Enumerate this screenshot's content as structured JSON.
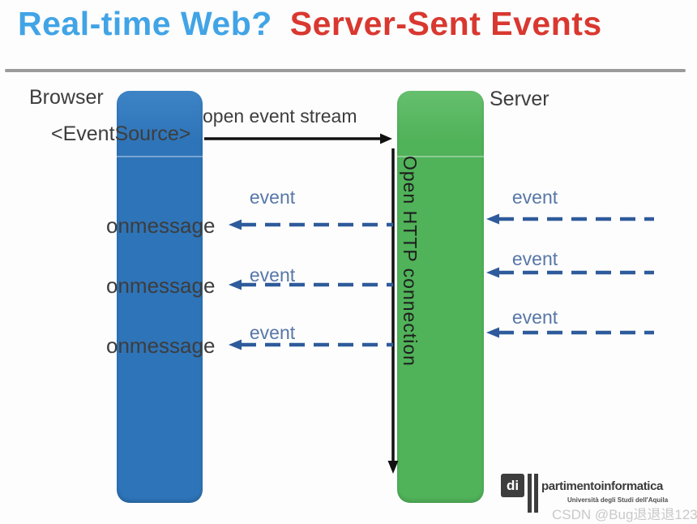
{
  "title": {
    "blue_text": "Real-time Web?",
    "red_text": "Server-Sent Events"
  },
  "diagram": {
    "browser_label": "Browser",
    "server_label": "Server",
    "eventsource_label": "<EventSource>",
    "open_event_stream_label": "open event stream",
    "open_http_connection_label": "Open HTTP connection",
    "onmessage_labels": [
      "onmessage",
      "onmessage",
      "onmessage"
    ],
    "left_event_labels": [
      "event",
      "event",
      "event"
    ],
    "right_event_labels": [
      "event",
      "event",
      "event"
    ]
  },
  "footer": {
    "logo_di": "di",
    "logo_text": "partimentoinformatica",
    "logo_subtext": "Università degli Studi dell'Aquila",
    "watermark": "CSDN @Bug退退退123"
  },
  "palette": {
    "title_blue": "#41a4e6",
    "title_red": "#d93830",
    "browser_pill_blue": "#2e74b8",
    "server_pill_green": "#50b259",
    "dashed_arrow_blue": "#2e5b9b",
    "event_label_blue": "#5777a7",
    "solid_arrow_black": "#111111",
    "label_gray": "#3d3d3d",
    "separator_gray": "#9b9b9b"
  }
}
